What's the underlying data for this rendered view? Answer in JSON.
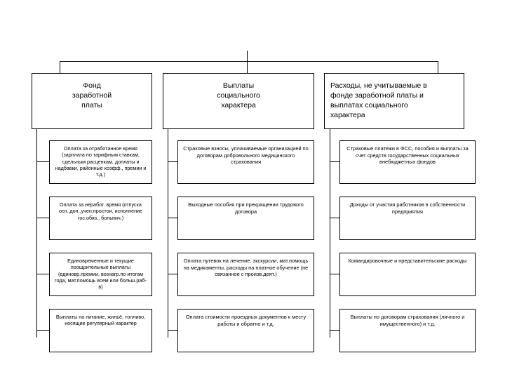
{
  "diagram": {
    "type": "tree",
    "title_visible": false,
    "columns": [
      {
        "id": "payroll-fund",
        "header": "Фонд\nзаработной\nплаты",
        "header_lines": [
          "Фонд",
          "заработной",
          "платы"
        ],
        "items": [
          "Оплата за отработанное время (зарплата по тарифным ставкам, сдельным расценкам, доплаты и надбавки, районные коэфф., премии и т.д.)",
          "Оплата за неработ. время (отпуска осн.,доп.,учен.простои, исполнение гос.обяз., больнич.)",
          "Единовременные и текущие поощрительные выплаты (единовр.премии, вознагр.по итогам года, мат.помощь всем или больш.раб-в)",
          "Выплаты на питание, жильё, топливо, носящие регулярный характер"
        ]
      },
      {
        "id": "social-payments",
        "header": "Выплаты\nсоциального\nхарактера",
        "header_lines": [
          "Выплаты",
          "социального",
          "характера"
        ],
        "items": [
          "Страховые взносы, уплачиваемые организацией по договорам добровольного медицинского страхования",
          "Выходные пособия при прекращении трудового договора",
          "Оплата путевок на лечение, экскурсии, мат.помощь на медикаменты, расходы на платное обучение (не связанное с произв.деят.)",
          "Оплата стоимости проездных документов к месту работы и обратно и т.д."
        ]
      },
      {
        "id": "non-counted-expenses",
        "header": "Расходы, не учитываемые в фонде заработной платы и выплатах социального характера",
        "header_lines": [
          "Расходы, не учитываемые в",
          "фонде заработной платы и",
          "выплатах социального",
          "характера"
        ],
        "items": [
          "Страховые платежи в ФСС, пособия и выплаты за счет средств государственных социальных внебюджетных фондов",
          "Доходы от участия работников в собственности предприятия",
          "Командировочные и представительские расходы",
          "Выплаты по договорам страхования (личного и имущественного) и т.д."
        ]
      }
    ],
    "colors": {
      "stroke": "#000000",
      "fill": "#ffffff",
      "text": "#000000"
    }
  }
}
